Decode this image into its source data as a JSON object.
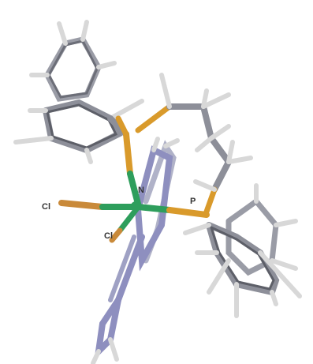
{
  "atom_labels": {
    "cl_top": "Cl",
    "cl_bottom": "Cl",
    "n": "N",
    "p": "P"
  },
  "colors": {
    "background": "#ffffff",
    "carbon": "#8d8f99",
    "carbon_dark": "#5d5f68",
    "hydrogen": "#d8d8d8",
    "phosphorus": "#d99a2b",
    "chlorine": "#c98a3a",
    "nitrogen": "#8e8fbf",
    "metal": "#2e9e5c"
  }
}
